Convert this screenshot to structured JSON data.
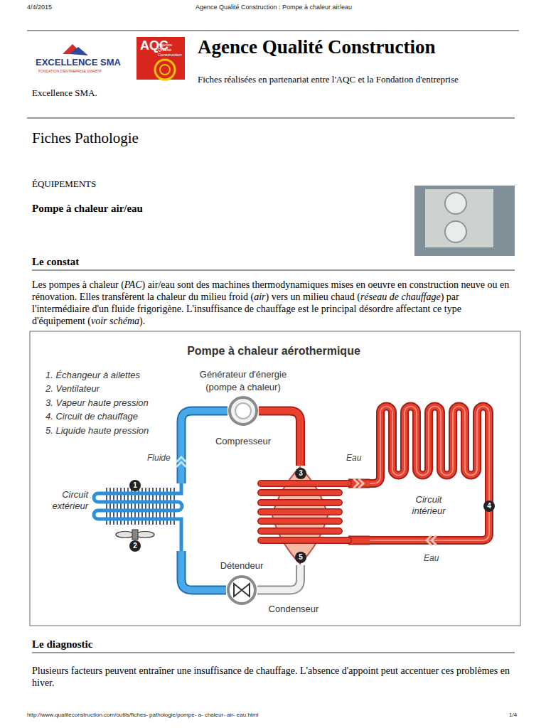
{
  "diagram": {
    "title": "Pompe à chaleur aérothermique",
    "nodes": [
      {
        "text": [
          "Générateur d'énergie (pompe à chaleur)",
          "Compresseur"
        ]
      },
      {
        "text": [
          "Condenseur"
        ]
      },
      {
        "text": [
          "Détendeur"
        ]
      },
      {
        "text": [
          "Circuit extérieur"
        ]
      },
      {
        "text": [
          "Circuit intérieur"
        ]
      }
    ],
    "edges": [
      {
        "from": 0,
        "to": 1,
        "arrow": "none"
      },
      {
        "from": 1,
        "to": 2,
        "arrow": "none"
      },
      {
        "from": 2,
        "to": 3,
        "arrow": "none"
      },
      {
        "from": 3,
        "to": 0,
        "arrow": "none"
      },
      {
        "from": 1,
        "to": 4,
        "arrow": "none"
      },
      {
        "from": 4,
        "to": 1,
        "arrow": "none"
      }
    ],
    "labels": [
      "4/4/2015",
      "Agence Qualité Construction : Pompe à chaleur air/eau",
      "EXCELLENCE SMA",
      "FONDATION D'ENTREPRISE SMABTP",
      "AQC",
      "Agence Qualité Construction",
      "Agence Qualité Construction",
      "Fiches réalisées en partenariat entre l'AQC et la Fondation d'entreprise",
      "Excellence SMA.",
      "Fiches Pathologie",
      "ÉQUIPEMENTS",
      "Pompe à chaleur air/eau",
      "Le constat",
      "Les pompes à chaleur (",
      "PAC",
      ") air/eau sont des machines thermodynamiques mises en oeuvre en construction neuve ou en rénovation. Elles transfèrent la chaleur du milieu froid (",
      "air",
      ") vers un milieu chaud (",
      "réseau de chauffage",
      ") par l'intermédiaire d'un fluide frigorigène. L'insuffisance de chauffage est le principal désordre affectant ce type d'équipement (",
      "voir schéma",
      ").",
      "1. Échangeur à ailettes",
      "2. Ventilateur",
      "3. Vapeur haute pression",
      "4. Circuit de chauffage",
      "5. Liquide haute pression",
      "Fluide",
      "Eau",
      "Eau",
      "1",
      "2",
      "3",
      "4",
      "5",
      "Le diagnostic",
      "Plusieurs facteurs peuvent entraîner une insuffisance de chauffage. L'absence d'appoint peut accentuer ces problèmes en hiver.",
      "http://www.qualiteconstruction.com/outils/fiches- pathologie/pompe- a- chaleur- air- eau.html",
      "1/4"
    ]
  }
}
